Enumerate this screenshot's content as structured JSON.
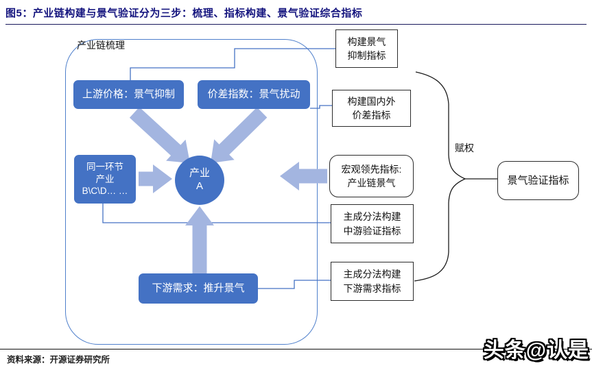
{
  "colors": {
    "title_navy": "#14147E",
    "rule_dark": "#17175A",
    "box_blue": "#4472C4",
    "arrow_blue": "#A3B5E0",
    "line_blue": "#4472C4",
    "container_border": "#4E7FCB",
    "box_border": "#2B2B2B"
  },
  "title": {
    "text": "图5：产业链构建与景气验证分为三步：梳理、指标构建、景气验证综合指标"
  },
  "diagram": {
    "container_label": "产业链梳理",
    "upstream_box": "上游价格：景气抑制",
    "spread_box": "价差指数：景气扰动",
    "same_stage_box": {
      "line1": "同一环节",
      "line2": "产业",
      "line3": "B\\C\\D… …"
    },
    "downstream_box": "下游需求：推升景气",
    "center_node": {
      "line1": "产业",
      "line2": "A"
    },
    "suppress_box": {
      "line1": "构建景气",
      "line2": "抑制指标"
    },
    "price_diff_box": {
      "line1": "构建国内外",
      "line2": "价差指标"
    },
    "macro_box": {
      "line1": "宏观领先指标:",
      "line2": "产业链景气"
    },
    "mid_verify_box": {
      "line1": "主成分法构建",
      "line2": "中游验证指标"
    },
    "down_demand_box": {
      "line1": "主成分法构建",
      "line2": "下游需求指标"
    },
    "brace_label": "赋权",
    "result_box": "景气验证指标"
  },
  "footer": {
    "source": "资料来源：开源证券研究所",
    "watermark": "头条@认是"
  }
}
